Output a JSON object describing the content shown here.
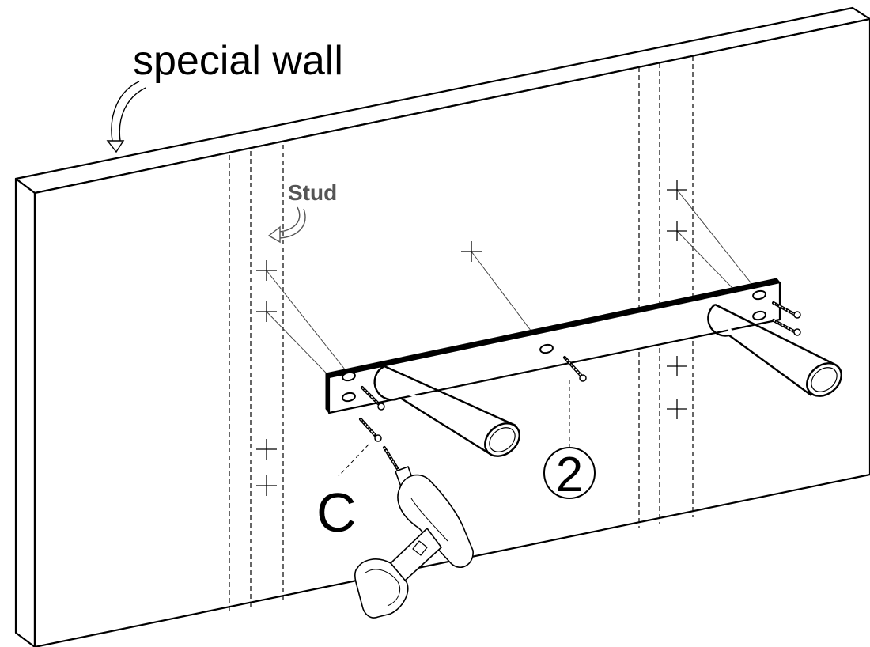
{
  "labels": {
    "wall": "special wall",
    "stud": "Stud",
    "hardware": "C",
    "step": "2"
  },
  "colors": {
    "line": "#000000",
    "stud_label": "#555555",
    "guide": "#444444",
    "background": "#ffffff"
  }
}
